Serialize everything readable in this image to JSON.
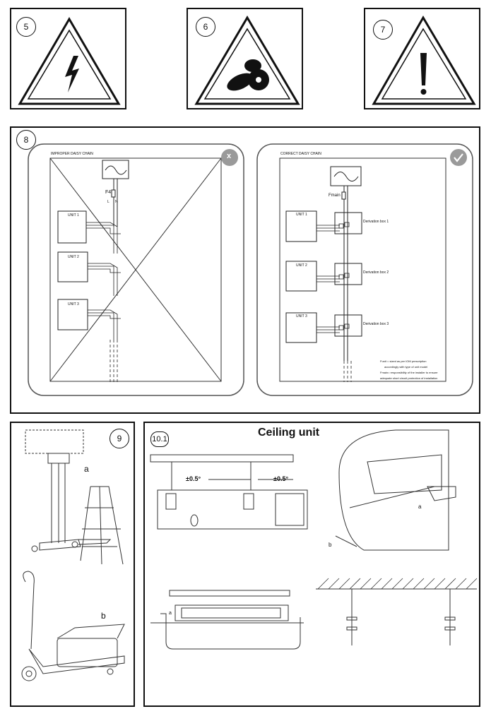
{
  "panels": {
    "p5": {
      "number": "5",
      "icon": "electric-shock-icon"
    },
    "p6": {
      "number": "6",
      "icon": "rotating-fan-icon"
    },
    "p7": {
      "number": "7",
      "icon": "exclamation-warning-icon"
    },
    "p8": {
      "number": "8",
      "improper": {
        "title": "IMPROPER DAISY CHAIN",
        "fuse": "F4",
        "units": [
          "UNIT 1",
          "UNIT 2",
          "UNIT 3"
        ],
        "badge": "x",
        "badge_icon": "x-icon"
      },
      "correct": {
        "title": "CORRECT DAISY CHAIN",
        "fuse": "Fmain",
        "units": [
          "UNIT 1",
          "UNIT 2",
          "UNIT 3"
        ],
        "boxes": [
          "Derivation box 1",
          "Derivation box 2",
          "Derivation box 3"
        ],
        "badge_icon": "check-icon",
        "notes": [
          "Funit = sized as per IOM prescription",
          "accordingly with type of unit model",
          "Fmain= responsibility of the installer to ensure",
          "adequate short circuit protection of installation"
        ]
      },
      "wire_labels": [
        "L",
        "N"
      ]
    },
    "p9": {
      "number": "9",
      "label_a": "a",
      "label_b": "b"
    },
    "p10": {
      "number": "10.1",
      "title": "Ceiling unit",
      "tolerance_left": "±0.5°",
      "tolerance_right": "±0.5°",
      "label_a": "a",
      "label_b": "b",
      "label_a_small": "a"
    }
  }
}
